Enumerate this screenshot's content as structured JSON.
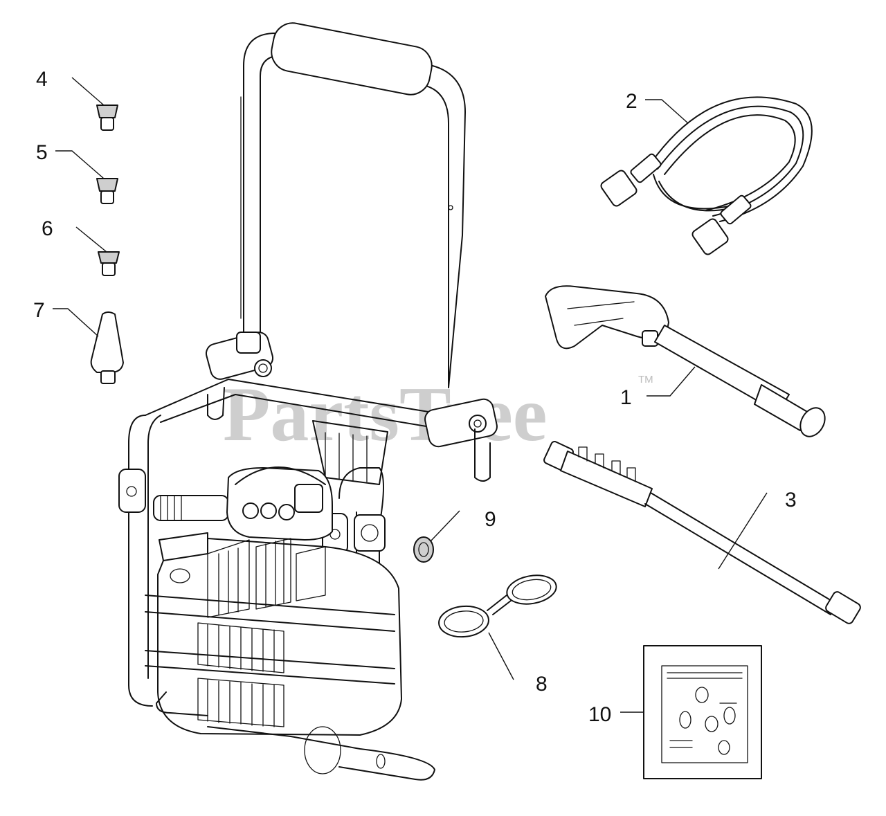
{
  "watermark": {
    "text": "PartsTree",
    "trademark": "TM"
  },
  "callouts": [
    {
      "id": "1",
      "label": "1"
    },
    {
      "id": "2",
      "label": "2"
    },
    {
      "id": "3",
      "label": "3"
    },
    {
      "id": "4",
      "label": "4"
    },
    {
      "id": "5",
      "label": "5"
    },
    {
      "id": "6",
      "label": "6"
    },
    {
      "id": "7",
      "label": "7"
    },
    {
      "id": "8",
      "label": "8"
    },
    {
      "id": "9",
      "label": "9"
    },
    {
      "id": "10",
      "label": "10"
    }
  ]
}
